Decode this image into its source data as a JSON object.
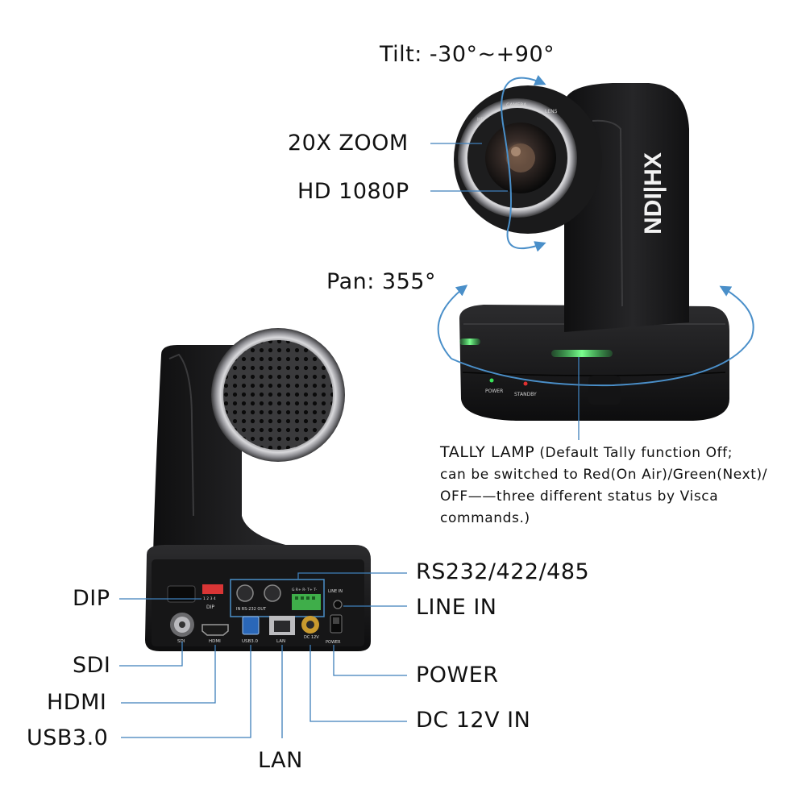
{
  "labels": {
    "tilt": "Tilt: -30°~+90°",
    "zoom": "20X ZOOM",
    "hd": "HD 1080P",
    "pan": "Pan: 355°",
    "tally_head": "TALLY LAMP",
    "tally_line1": "(Default Tally function Off;",
    "tally_line2": "can be switched to Red(On Air)/Green(Next)/",
    "tally_line3": "OFF——three different status by Visca",
    "tally_line4": "commands.)",
    "rs232": "RS232/422/485",
    "line_in": "LINE IN",
    "dip": "DIP",
    "sdi": "SDI",
    "hdmi": "HDMI",
    "usb": "USB3.0",
    "lan": "LAN",
    "power": "POWER",
    "dc": "DC 12V IN"
  },
  "camera_front": {
    "brand": "NDI|HX",
    "ring_text_top": "CAMERA",
    "ring_text_left": "HD",
    "ring_text_right": "LENS",
    "power_led": "POWER",
    "standby_led": "STANDBY"
  },
  "camera_back_panel": {
    "dip_label": "DIP",
    "dip_numbers": "1 2 3 4",
    "rs232_label": "IN  RS-232  OUT",
    "terminal_label": "G  R+ R- T+ T-",
    "line_in_label": "LINE IN",
    "sdi_label": "SDI",
    "hdmi_label": "HDMI",
    "usb_label": "USB3.0",
    "lan_label": "LAN",
    "dc_label": "DC 12V",
    "power_label": "POWER"
  },
  "colors": {
    "arrow_blue": "#4a8fc9",
    "leader_blue": "#3f7fba",
    "tally_green": "#39e35a",
    "body_black": "#1b1b1c",
    "usb_blue": "#2a67b8",
    "terminal_green": "#3fae4a",
    "dc_gold": "#c99a2e"
  }
}
